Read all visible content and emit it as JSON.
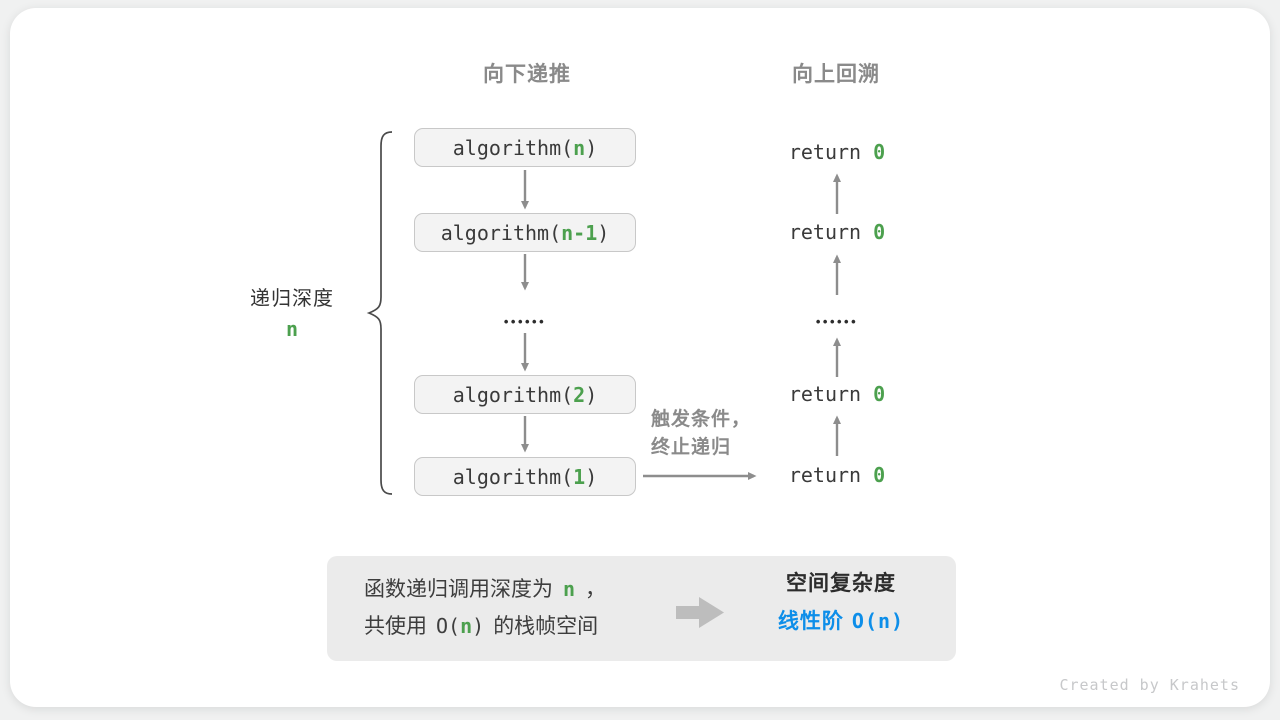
{
  "colors": {
    "green": "#4ca04e",
    "blue": "#0d8ee9",
    "arrow-gray": "#8d8d8d",
    "header-gray": "#8a8a8a",
    "box-bg": "#f3f3f3",
    "box-border": "#c8c8c8",
    "code-dark": "#3a3a3a",
    "summary-bg": "#ebebeb"
  },
  "headers": {
    "down": "向下递推",
    "up": "向上回溯"
  },
  "depth": {
    "label": "递归深度",
    "var": "n"
  },
  "calls": [
    {
      "pre": "algorithm(",
      "arg": "n",
      "post": ")"
    },
    {
      "pre": "algorithm(",
      "arg": "n-1",
      "post": ")"
    },
    {
      "pre": "algorithm(",
      "arg": "2",
      "post": ")"
    },
    {
      "pre": "algorithm(",
      "arg": "1",
      "post": ")"
    }
  ],
  "returns": [
    {
      "kw": "return",
      "val": "0"
    },
    {
      "kw": "return",
      "val": "0"
    },
    {
      "kw": "return",
      "val": "0"
    },
    {
      "kw": "return",
      "val": "0"
    }
  ],
  "ellipsis": "••••••",
  "trigger": {
    "line1": "触发条件，",
    "line2": "终止递归"
  },
  "summary": {
    "l1_pre": "函数递归调用深度为",
    "l1_var": "n",
    "l1_post": "，",
    "l2_pre": "共使用",
    "l2_o": "O(",
    "l2_var": "n",
    "l2_c": ")",
    "l2_post": "的栈帧空间",
    "right_title": "空间复杂度",
    "result_zh": "线性阶",
    "result_code": "O(n)"
  },
  "watermark": "Created by Krahets"
}
